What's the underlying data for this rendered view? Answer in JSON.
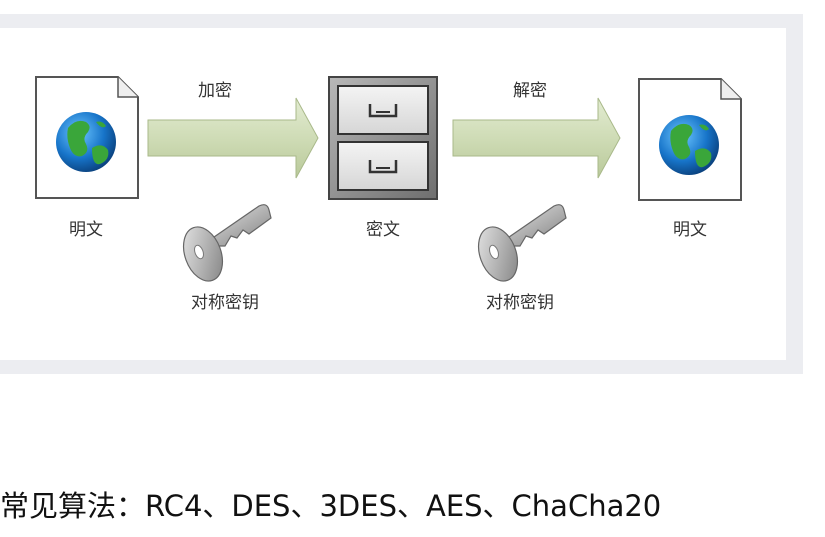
{
  "diagram": {
    "plaintext_label_left": "明文",
    "encrypt_label": "加密",
    "ciphertext_label": "密文",
    "decrypt_label": "解密",
    "plaintext_label_right": "明文",
    "symmetric_key_label_left": "对称密钥",
    "symmetric_key_label_right": "对称密钥"
  },
  "footer": {
    "algorithms_text": "常见算法：RC4、DES、3DES、AES、ChaCha20"
  }
}
